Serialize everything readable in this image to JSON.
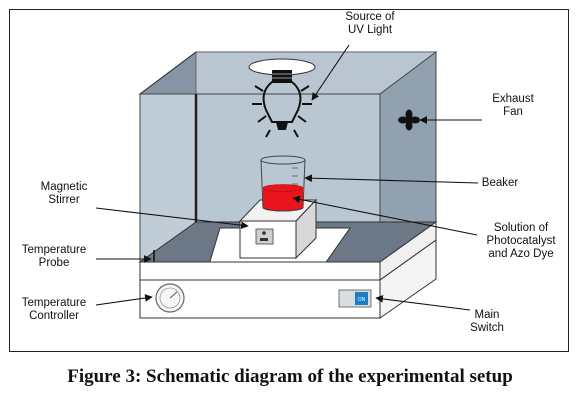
{
  "labels": {
    "uv_source": [
      "Source of",
      "UV Light"
    ],
    "exhaust_fan": [
      "Exhaust",
      "Fan"
    ],
    "beaker": "Beaker",
    "magnetic_stirrer": [
      "Magnetic",
      "Stirrer"
    ],
    "solution": [
      "Solution of",
      "Photocatalyst",
      "and Azo Dye"
    ],
    "temperature_probe": [
      "Temperature",
      "Probe"
    ],
    "temperature_controller": [
      "Temperature",
      "Controller"
    ],
    "main_switch": [
      "Main",
      "Switch"
    ]
  },
  "switch_text": "ON",
  "caption": "Figure 3: Schematic diagram of the experimental setup",
  "colors": {
    "chamber_panel": "#b9c6d1",
    "chamber_top": "#8694a3",
    "chamber_floor": "#6d7886",
    "solution_red": "#e8161c",
    "switch_blue": "#1a7fc4"
  }
}
